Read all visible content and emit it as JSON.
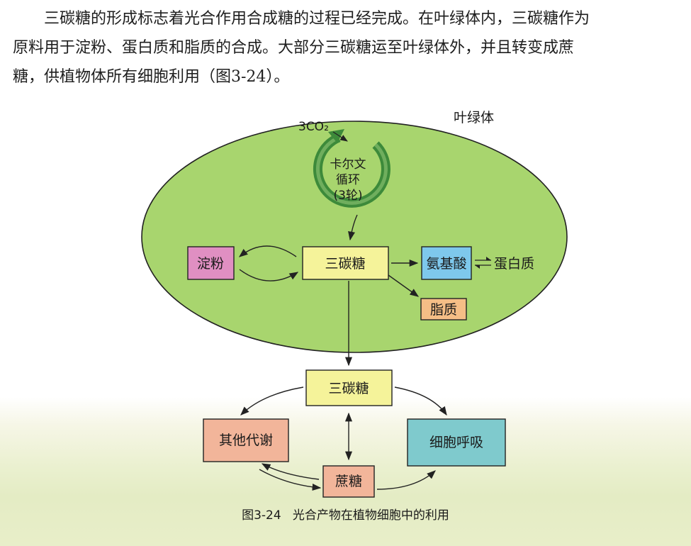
{
  "paragraph": {
    "line1": "三碳糖的形成标志着光合作用合成糖的过程已经完成。在叶绿体内，三碳糖作为",
    "line2": "原料用于淀粉、蛋白质和脂质的合成。大部分三碳糖运至叶绿体外，并且转变成蔗",
    "line3": "糖，供植物体所有细胞利用（图3-24）。"
  },
  "diagram": {
    "chloroplast_label": "叶绿体",
    "co2_label": "3CO₂",
    "calvin": {
      "line1": "卡尔文",
      "line2": "循环",
      "line3": "(3轮)"
    },
    "nodes": {
      "starch": "淀粉",
      "triose_inner": "三碳糖",
      "amino_acid": "氨基酸",
      "protein": "蛋白质",
      "lipid": "脂质",
      "triose_outer": "三碳糖",
      "other_metabolism": "其他代谢",
      "respiration": "细胞呼吸",
      "sucrose": "蔗糖"
    },
    "colors": {
      "chloroplast": "#a8d56e",
      "starch": "#e08fc2",
      "triose": "#f5f39a",
      "amino_acid": "#7ec8ec",
      "lipid": "#f5be86",
      "other_metabolism": "#f2b59a",
      "respiration": "#7fcacd",
      "sucrose": "#f2b59a",
      "calvin_arrow": "#3d8a3a"
    }
  },
  "caption": "图3-24   光合产物在植物细胞中的利用"
}
